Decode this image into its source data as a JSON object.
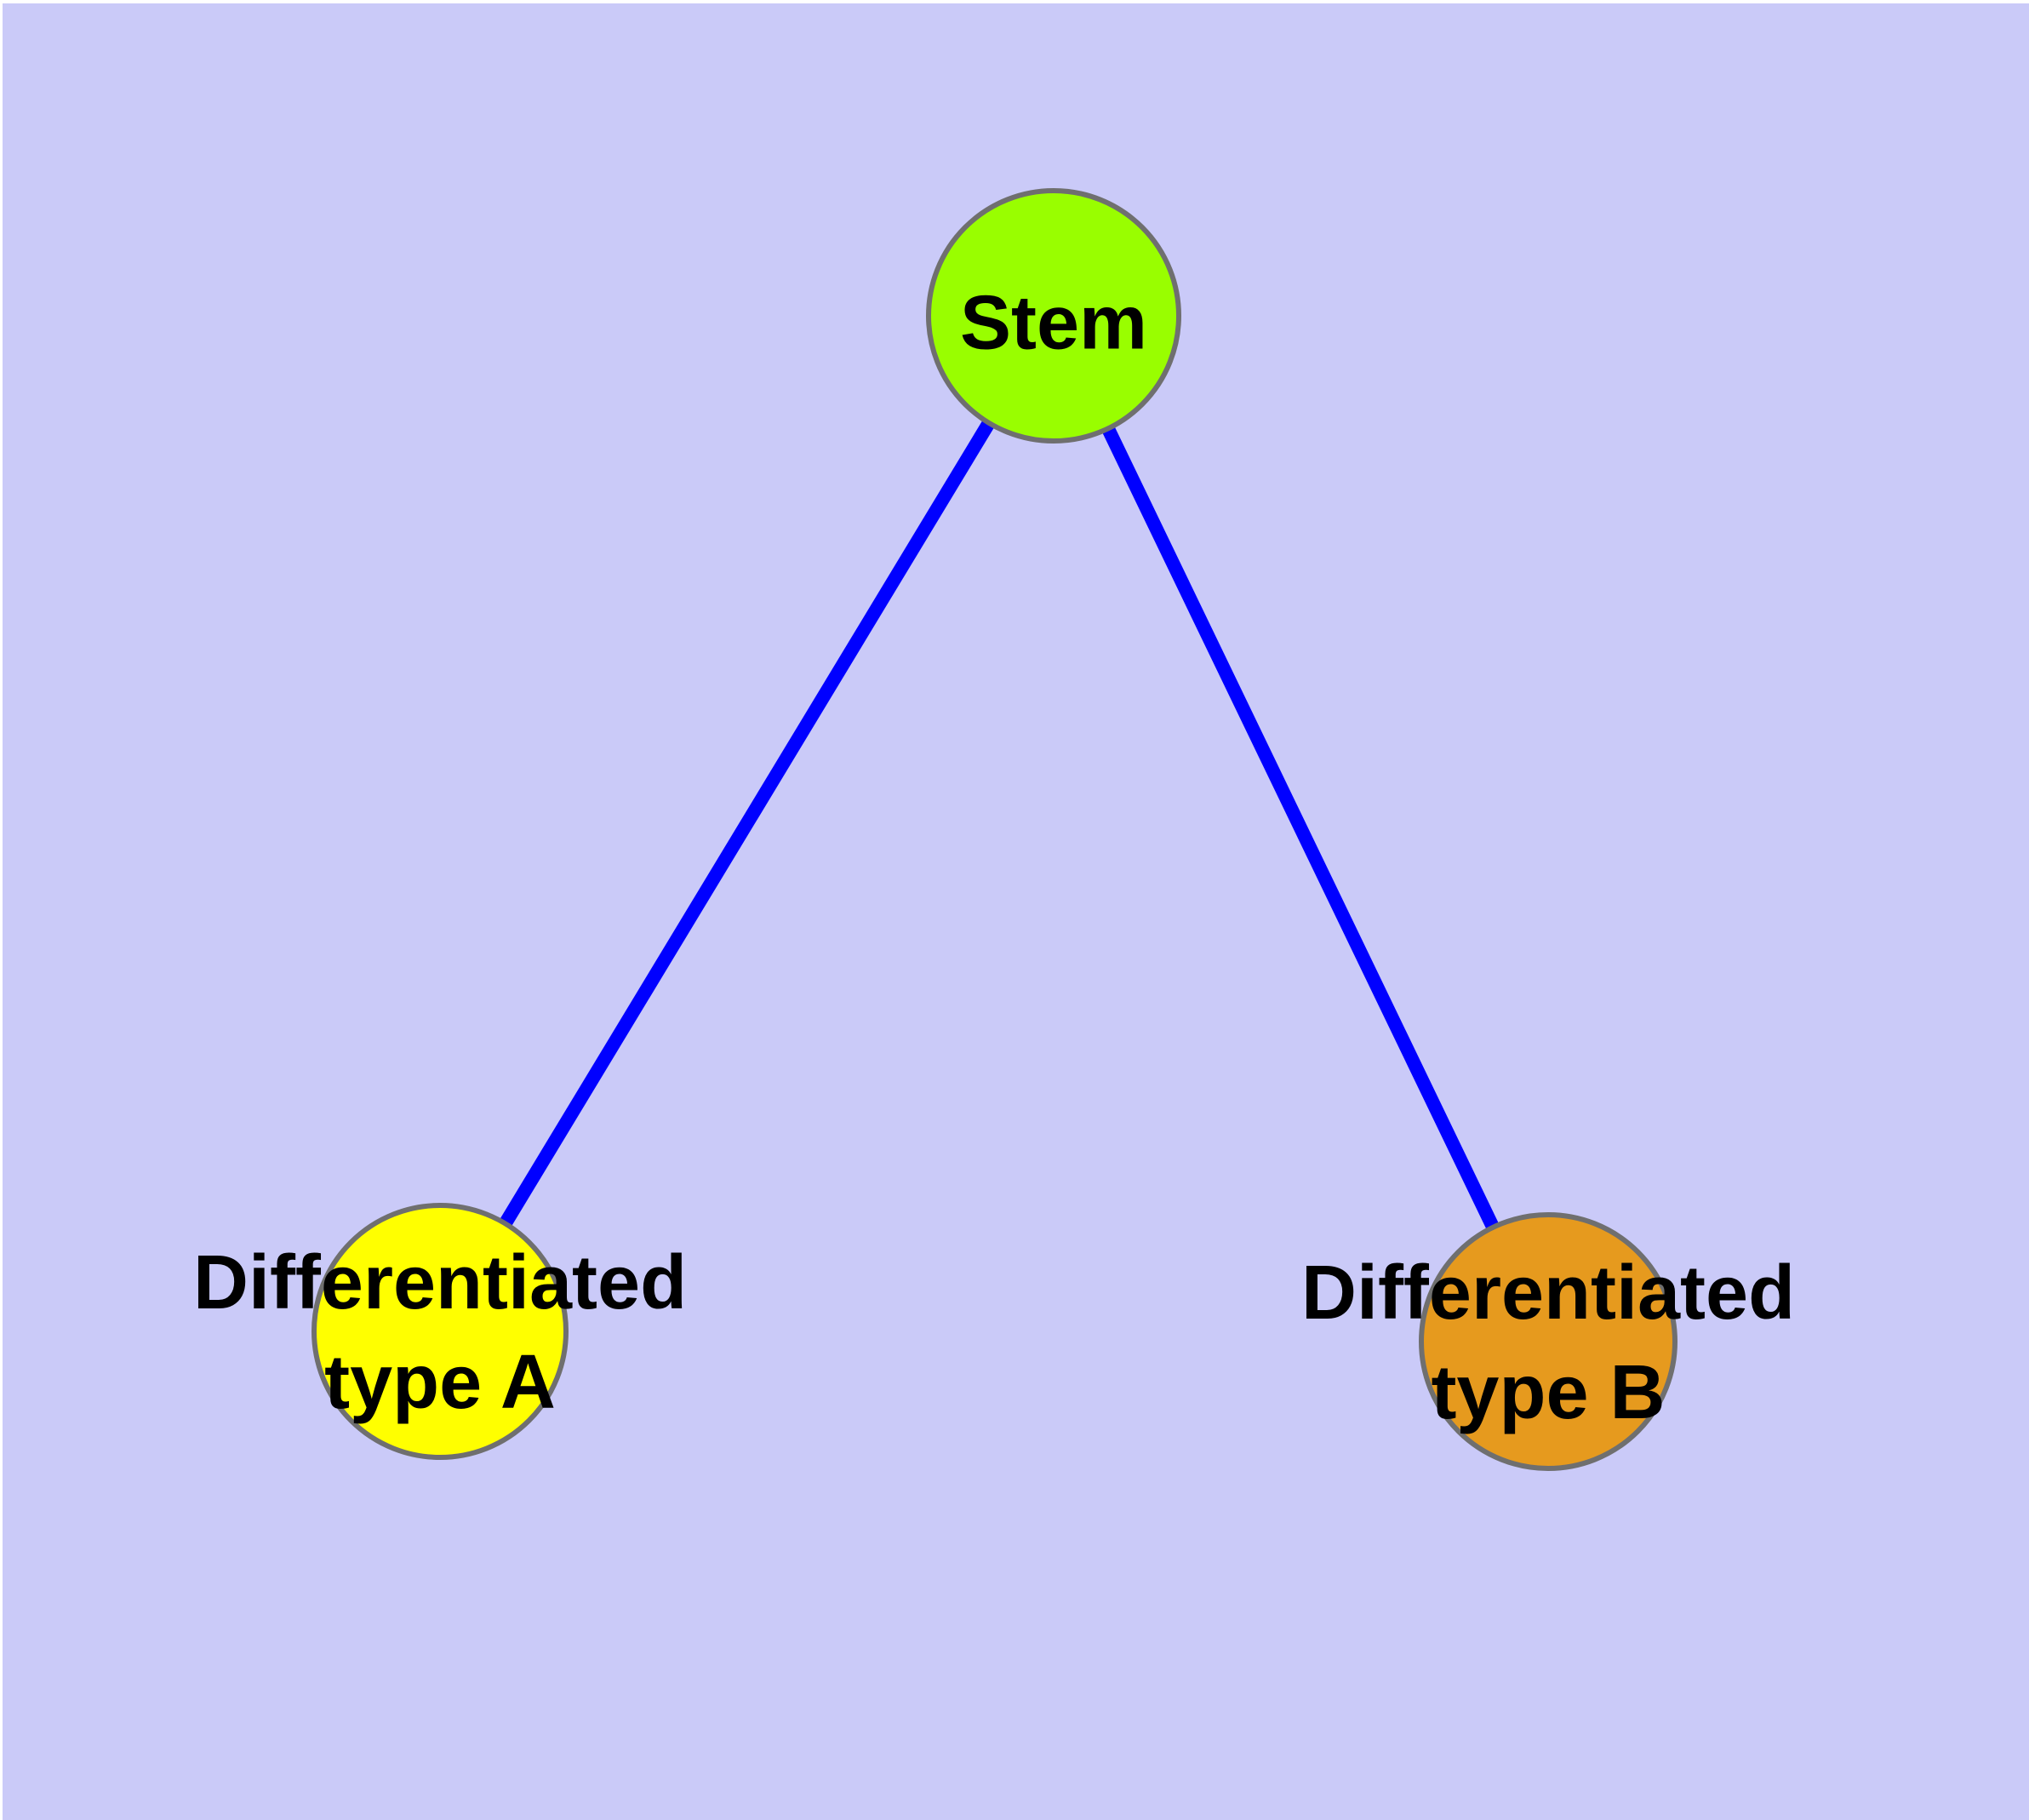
{
  "canvas": {
    "background": "#CACAF8",
    "margin_color": "#FFFFFF",
    "node_border_color": "#6F6F6F"
  },
  "edges": {
    "color": "#0000FF"
  },
  "nodes": {
    "stem": {
      "label": "Stem",
      "color": "#99FE00"
    },
    "type_a": {
      "line1": "Differentiated",
      "line2": "type A",
      "color": "#FFFF00"
    },
    "type_b": {
      "line1": "Differentiated",
      "line2": "type B",
      "color": "#E69A1E"
    }
  }
}
